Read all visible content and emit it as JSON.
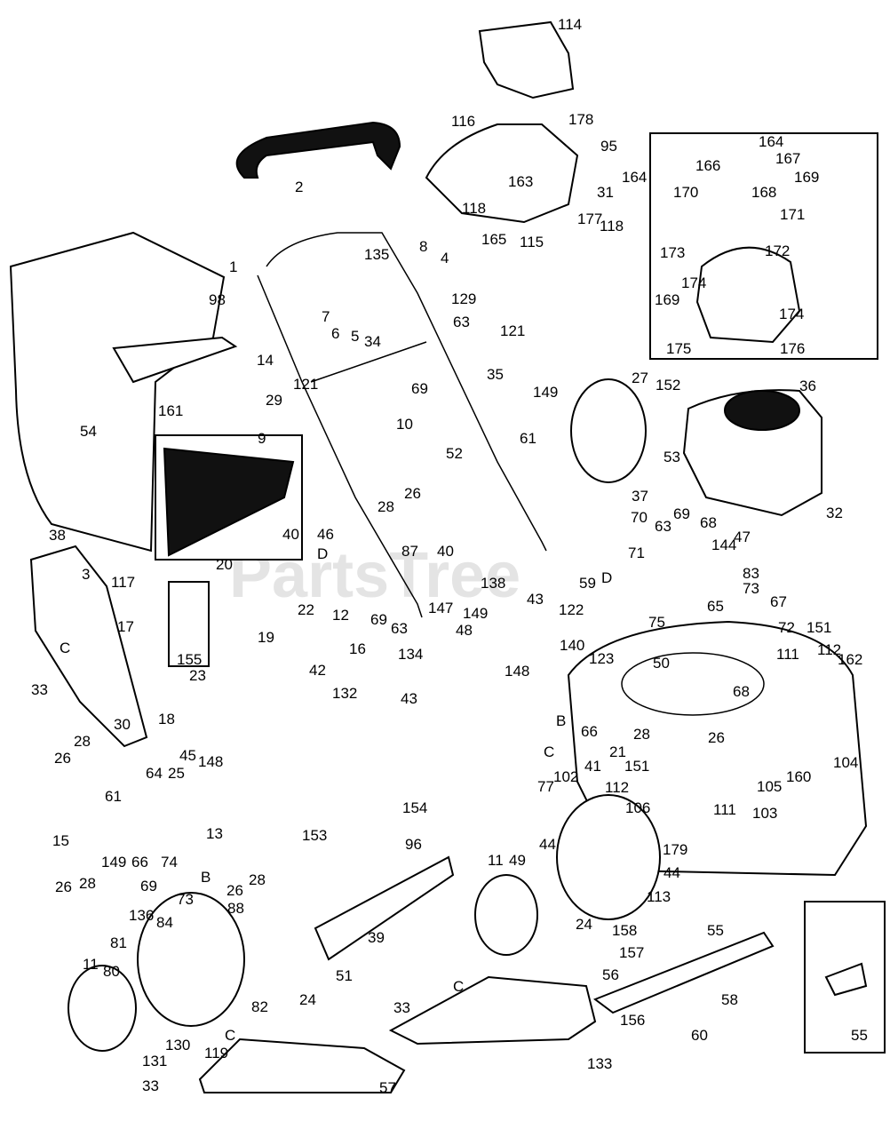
{
  "watermark": "PartsTree",
  "callouts": [
    {
      "id": "114",
      "label": "114"
    },
    {
      "id": "116",
      "label": "116"
    },
    {
      "id": "178",
      "label": "178"
    },
    {
      "id": "95",
      "label": "95"
    },
    {
      "id": "164a",
      "label": "164"
    },
    {
      "id": "163",
      "label": "163"
    },
    {
      "id": "31",
      "label": "31"
    },
    {
      "id": "118a",
      "label": "118"
    },
    {
      "id": "165",
      "label": "165"
    },
    {
      "id": "115",
      "label": "115"
    },
    {
      "id": "177",
      "label": "177"
    },
    {
      "id": "118b",
      "label": "118"
    },
    {
      "id": "2",
      "label": "2"
    },
    {
      "id": "1",
      "label": "1"
    },
    {
      "id": "135",
      "label": "135"
    },
    {
      "id": "8",
      "label": "8"
    },
    {
      "id": "4",
      "label": "4"
    },
    {
      "id": "129",
      "label": "129"
    },
    {
      "id": "7",
      "label": "7"
    },
    {
      "id": "6",
      "label": "6"
    },
    {
      "id": "5",
      "label": "5"
    },
    {
      "id": "34",
      "label": "34"
    },
    {
      "id": "63a",
      "label": "63"
    },
    {
      "id": "121a",
      "label": "121"
    },
    {
      "id": "98",
      "label": "98"
    },
    {
      "id": "14",
      "label": "14"
    },
    {
      "id": "121b",
      "label": "121"
    },
    {
      "id": "69a",
      "label": "69"
    },
    {
      "id": "35",
      "label": "35"
    },
    {
      "id": "29",
      "label": "29"
    },
    {
      "id": "10",
      "label": "10"
    },
    {
      "id": "161",
      "label": "161"
    },
    {
      "id": "9",
      "label": "9"
    },
    {
      "id": "54",
      "label": "54"
    },
    {
      "id": "52",
      "label": "52"
    },
    {
      "id": "38",
      "label": "38"
    },
    {
      "id": "26a",
      "label": "26"
    },
    {
      "id": "28a",
      "label": "28"
    },
    {
      "id": "46",
      "label": "46"
    },
    {
      "id": "40a",
      "label": "40"
    },
    {
      "id": "Da",
      "label": "D"
    },
    {
      "id": "87",
      "label": "87"
    },
    {
      "id": "40b",
      "label": "40"
    },
    {
      "id": "20",
      "label": "20"
    },
    {
      "id": "3",
      "label": "3"
    },
    {
      "id": "117",
      "label": "117"
    },
    {
      "id": "22",
      "label": "22"
    },
    {
      "id": "12",
      "label": "12"
    },
    {
      "id": "19",
      "label": "19"
    },
    {
      "id": "69b",
      "label": "69"
    },
    {
      "id": "63b",
      "label": "63"
    },
    {
      "id": "17",
      "label": "17"
    },
    {
      "id": "Ca",
      "label": "C"
    },
    {
      "id": "155",
      "label": "155"
    },
    {
      "id": "23",
      "label": "23"
    },
    {
      "id": "16",
      "label": "16"
    },
    {
      "id": "33a",
      "label": "33"
    },
    {
      "id": "18",
      "label": "18"
    },
    {
      "id": "42",
      "label": "42"
    },
    {
      "id": "132",
      "label": "132"
    },
    {
      "id": "134",
      "label": "134"
    },
    {
      "id": "147",
      "label": "147"
    },
    {
      "id": "138",
      "label": "138"
    },
    {
      "id": "43a",
      "label": "43"
    },
    {
      "id": "149a",
      "label": "149"
    },
    {
      "id": "48",
      "label": "48"
    },
    {
      "id": "43b",
      "label": "43"
    },
    {
      "id": "148a",
      "label": "148"
    },
    {
      "id": "30",
      "label": "30"
    },
    {
      "id": "28b",
      "label": "28"
    },
    {
      "id": "26b",
      "label": "26"
    },
    {
      "id": "45",
      "label": "45"
    },
    {
      "id": "148b",
      "label": "148"
    },
    {
      "id": "64",
      "label": "64"
    },
    {
      "id": "25",
      "label": "25"
    },
    {
      "id": "61a",
      "label": "61"
    },
    {
      "id": "13",
      "label": "13"
    },
    {
      "id": "15",
      "label": "15"
    },
    {
      "id": "149b",
      "label": "149"
    },
    {
      "id": "66a",
      "label": "66"
    },
    {
      "id": "74",
      "label": "74"
    },
    {
      "id": "26c",
      "label": "26"
    },
    {
      "id": "28c",
      "label": "28"
    },
    {
      "id": "69c",
      "label": "69"
    },
    {
      "id": "B1",
      "label": "B"
    },
    {
      "id": "26d",
      "label": "26"
    },
    {
      "id": "28d",
      "label": "28"
    },
    {
      "id": "73a",
      "label": "73"
    },
    {
      "id": "88",
      "label": "88"
    },
    {
      "id": "153",
      "label": "153"
    },
    {
      "id": "154",
      "label": "154"
    },
    {
      "id": "96",
      "label": "96"
    },
    {
      "id": "136",
      "label": "136"
    },
    {
      "id": "84",
      "label": "84"
    },
    {
      "id": "81",
      "label": "81"
    },
    {
      "id": "80",
      "label": "80"
    },
    {
      "id": "11a",
      "label": "11"
    },
    {
      "id": "82",
      "label": "82"
    },
    {
      "id": "130",
      "label": "130"
    },
    {
      "id": "119",
      "label": "119"
    },
    {
      "id": "131",
      "label": "131"
    },
    {
      "id": "Cb",
      "label": "C"
    },
    {
      "id": "24a",
      "label": "24"
    },
    {
      "id": "33b",
      "label": "33"
    },
    {
      "id": "57",
      "label": "57"
    },
    {
      "id": "39",
      "label": "39"
    },
    {
      "id": "51",
      "label": "51"
    },
    {
      "id": "33c",
      "label": "33"
    },
    {
      "id": "Cc",
      "label": "C"
    },
    {
      "id": "133",
      "label": "133"
    },
    {
      "id": "11b",
      "label": "11"
    },
    {
      "id": "49",
      "label": "49"
    },
    {
      "id": "24b",
      "label": "24"
    },
    {
      "id": "44a",
      "label": "44"
    },
    {
      "id": "113",
      "label": "113"
    },
    {
      "id": "44b",
      "label": "44"
    },
    {
      "id": "106",
      "label": "106"
    },
    {
      "id": "179",
      "label": "179"
    },
    {
      "id": "158",
      "label": "158"
    },
    {
      "id": "157",
      "label": "157"
    },
    {
      "id": "55a",
      "label": "55"
    },
    {
      "id": "56",
      "label": "56"
    },
    {
      "id": "58",
      "label": "58"
    },
    {
      "id": "156",
      "label": "156"
    },
    {
      "id": "60",
      "label": "60"
    },
    {
      "id": "55b",
      "label": "55"
    },
    {
      "id": "149c",
      "label": "149"
    },
    {
      "id": "61b",
      "label": "61"
    },
    {
      "id": "27",
      "label": "27"
    },
    {
      "id": "152",
      "label": "152"
    },
    {
      "id": "36",
      "label": "36"
    },
    {
      "id": "53",
      "label": "53"
    },
    {
      "id": "37",
      "label": "37"
    },
    {
      "id": "32",
      "label": "32"
    },
    {
      "id": "70",
      "label": "70"
    },
    {
      "id": "63c",
      "label": "63"
    },
    {
      "id": "69d",
      "label": "69"
    },
    {
      "id": "68a",
      "label": "68"
    },
    {
      "id": "144",
      "label": "144"
    },
    {
      "id": "47",
      "label": "47"
    },
    {
      "id": "71",
      "label": "71"
    },
    {
      "id": "83",
      "label": "83"
    },
    {
      "id": "59",
      "label": "59"
    },
    {
      "id": "Db",
      "label": "D"
    },
    {
      "id": "73b",
      "label": "73"
    },
    {
      "id": "65",
      "label": "65"
    },
    {
      "id": "67",
      "label": "67"
    },
    {
      "id": "75",
      "label": "75"
    },
    {
      "id": "72",
      "label": "72"
    },
    {
      "id": "122",
      "label": "122"
    },
    {
      "id": "151a",
      "label": "151"
    },
    {
      "id": "111a",
      "label": "111"
    },
    {
      "id": "112a",
      "label": "112"
    },
    {
      "id": "162",
      "label": "162"
    },
    {
      "id": "140",
      "label": "140"
    },
    {
      "id": "123",
      "label": "123"
    },
    {
      "id": "50",
      "label": "50"
    },
    {
      "id": "68b",
      "label": "68"
    },
    {
      "id": "B2",
      "label": "B"
    },
    {
      "id": "66b",
      "label": "66"
    },
    {
      "id": "28e",
      "label": "28"
    },
    {
      "id": "26e",
      "label": "26"
    },
    {
      "id": "Cd",
      "label": "C"
    },
    {
      "id": "21",
      "label": "21"
    },
    {
      "id": "41",
      "label": "41"
    },
    {
      "id": "151b",
      "label": "151"
    },
    {
      "id": "77",
      "label": "77"
    },
    {
      "id": "102",
      "label": "102"
    },
    {
      "id": "112b",
      "label": "112"
    },
    {
      "id": "105",
      "label": "105"
    },
    {
      "id": "160",
      "label": "160"
    },
    {
      "id": "104",
      "label": "104"
    },
    {
      "id": "111b",
      "label": "111"
    },
    {
      "id": "103",
      "label": "103"
    },
    {
      "id": "164b",
      "label": "164"
    },
    {
      "id": "166",
      "label": "166"
    },
    {
      "id": "167",
      "label": "167"
    },
    {
      "id": "168",
      "label": "168"
    },
    {
      "id": "169a",
      "label": "169"
    },
    {
      "id": "170",
      "label": "170"
    },
    {
      "id": "171",
      "label": "171"
    },
    {
      "id": "173",
      "label": "173"
    },
    {
      "id": "172",
      "label": "172"
    },
    {
      "id": "174a",
      "label": "174"
    },
    {
      "id": "169b",
      "label": "169"
    },
    {
      "id": "174b",
      "label": "174"
    },
    {
      "id": "175",
      "label": "175"
    },
    {
      "id": "176",
      "label": "176"
    }
  ]
}
